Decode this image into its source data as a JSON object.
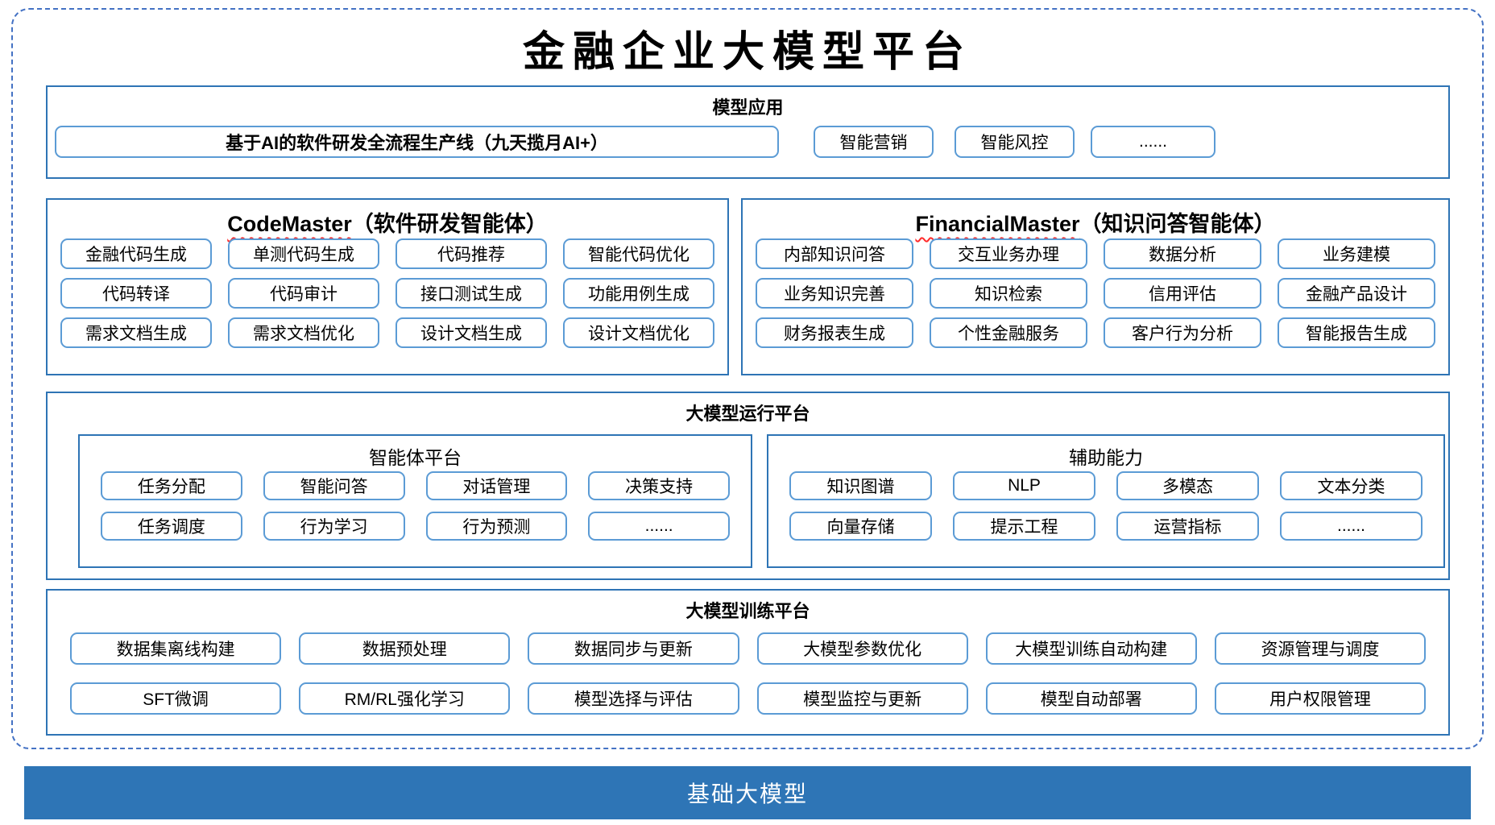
{
  "title": "金融企业大模型平台",
  "colors": {
    "section_border": "#2E74B5",
    "item_border": "#5B9BD5",
    "outer_dashed_border": "#4472C4",
    "footer_background": "#2E75B6",
    "footer_text": "#FFFFFF",
    "spellcheck_squiggle": "#FF2A2A"
  },
  "model_application": {
    "header": "模型应用",
    "main_item": "基于AI的软件研发全流程生产线（九天揽月AI+）",
    "items": [
      "智能营销",
      "智能风控",
      "......"
    ]
  },
  "code_master": {
    "title_en": "CodeMaster",
    "title_zh": "（软件研发智能体）",
    "items": [
      [
        "金融代码生成",
        "单测代码生成",
        "代码推荐",
        "智能代码优化"
      ],
      [
        "代码转译",
        "代码审计",
        "接口测试生成",
        "功能用例生成"
      ],
      [
        "需求文档生成",
        "需求文档优化",
        "设计文档生成",
        "设计文档优化"
      ]
    ]
  },
  "financial_master": {
    "title_en": "FinancialMaster",
    "title_zh": "（知识问答智能体）",
    "items": [
      [
        "内部知识问答",
        "交互业务办理",
        "数据分析",
        "业务建模"
      ],
      [
        "业务知识完善",
        "知识检索",
        "信用评估",
        "金融产品设计"
      ],
      [
        "财务报表生成",
        "个性金融服务",
        "客户行为分析",
        "智能报告生成"
      ]
    ]
  },
  "runtime_platform": {
    "header": "大模型运行平台",
    "agent_platform": {
      "header": "智能体平台",
      "items": [
        [
          "任务分配",
          "智能问答",
          "对话管理",
          "决策支持"
        ],
        [
          "任务调度",
          "行为学习",
          "行为预测",
          "......"
        ]
      ]
    },
    "auxiliary": {
      "header": "辅助能力",
      "items": [
        [
          "知识图谱",
          "NLP",
          "多模态",
          "文本分类"
        ],
        [
          "向量存储",
          "提示工程",
          "运营指标",
          "......"
        ]
      ]
    }
  },
  "training_platform": {
    "header": "大模型训练平台",
    "items": [
      [
        "数据集离线构建",
        "数据预处理",
        "数据同步与更新",
        "大模型参数优化",
        "大模型训练自动构建",
        "资源管理与调度"
      ],
      [
        "SFT微调",
        "RM/RL强化学习",
        "模型选择与评估",
        "模型监控与更新",
        "模型自动部署",
        "用户权限管理"
      ]
    ]
  },
  "footer": {
    "label": "基础大模型"
  }
}
